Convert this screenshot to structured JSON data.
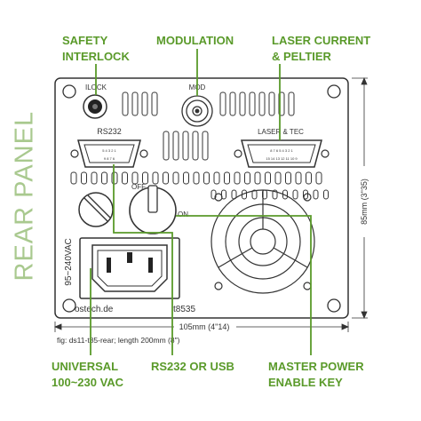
{
  "side_title": "REAR PANEL",
  "callouts": {
    "safety": [
      "SAFETY",
      "INTERLOCK"
    ],
    "modulation": "MODULATION",
    "laser": [
      "LASER CURRENT",
      "& PELTIER"
    ],
    "universal": [
      "UNIVERSAL",
      "100~230 VAC"
    ],
    "rs232": "RS232 OR USB",
    "master": [
      "MASTER POWER",
      "ENABLE KEY"
    ]
  },
  "panel_labels": {
    "ilock": "ILOCK",
    "mod": "MOD",
    "rs232": "RS232",
    "laser_tec": "LASER & TEC",
    "off": "OFF",
    "on": "ON",
    "voltage": "95~240VAC",
    "brand": "ostech.de",
    "model": "t8535",
    "db9_pins_top": "5 4 3 2 1",
    "db9_pins_bottom": "9 8 7 6",
    "db15_pins_top": "8 7 6 5 4 3 2 1",
    "db15_pins_bottom": "15 14 13 12 11 10 9"
  },
  "dimensions": {
    "width": "105mm (4\"14)",
    "height": "85mm (3\"35)"
  },
  "caption": "fig: ds11-t85-rear;  length 200mm (8\")",
  "colors": {
    "accent": "#5a9a2a",
    "side_title": "#a9c98f",
    "line": "#333333"
  }
}
